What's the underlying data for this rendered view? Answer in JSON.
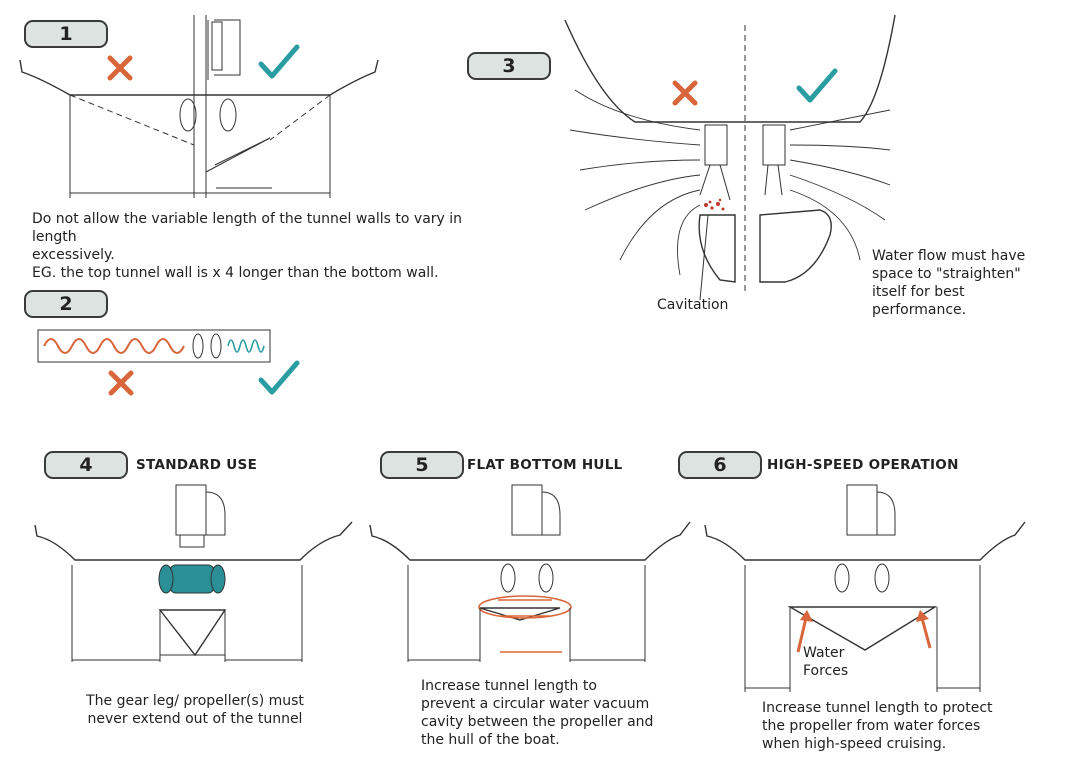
{
  "sections": {
    "s1": {
      "number": "1",
      "caption_lines": [
        "Do not allow the variable length of the tunnel walls to vary in length",
        "excessively.",
        "EG. the top tunnel wall is x 4 longer than the bottom wall."
      ]
    },
    "s2": {
      "number": "2"
    },
    "s3": {
      "number": "3",
      "cavitation_label": "Cavitation",
      "caption_lines": [
        "Water flow must have",
        "space to \"straighten\"",
        "itself for best",
        "performance."
      ]
    },
    "s4": {
      "number": "4",
      "heading": "STANDARD USE",
      "caption_lines": [
        "The gear leg/ propeller(s) must",
        "never extend out of the tunnel"
      ]
    },
    "s5": {
      "number": "5",
      "heading": "FLAT BOTTOM HULL",
      "caption_lines": [
        "Increase tunnel length to",
        "prevent a circular water vacuum",
        "cavity between the propeller and",
        "the hull of the boat."
      ]
    },
    "s6": {
      "number": "6",
      "heading": "HIGH-SPEED OPERATION",
      "water_forces_lines": [
        "Water",
        "Forces"
      ],
      "caption_lines": [
        "Increase tunnel length to protect",
        "the propeller from water forces",
        "when high-speed cruising."
      ]
    }
  },
  "colors": {
    "wrong_mark": "#d9663b",
    "correct_mark": "#2a9da3",
    "badge_fill": "#dce3e0",
    "propeller_highlight": "#2a8f97",
    "vacuum_arrows": "#d9663b"
  },
  "icons": [
    "cross-icon",
    "check-icon"
  ]
}
